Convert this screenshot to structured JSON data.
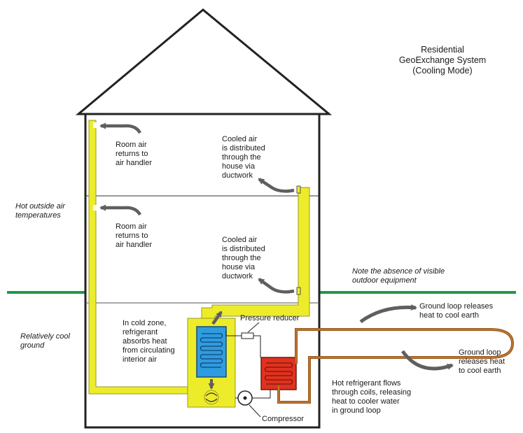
{
  "title": "Residential\nGeoExchange System\n(Cooling Mode)",
  "labels": {
    "return_upper": "Room air\nreturns to\nair handler",
    "return_lower": "Room air\nreturns to\nair handler",
    "cooled_upper": "Cooled air\nis distributed\nthrough the\nhouse via\nductwork",
    "cooled_lower": "Cooled air\nis distributed\nthrough the\nhouse via\nductwork",
    "hot_outside": "Hot outside air\ntemperatures",
    "cool_ground": "Relatively cool\nground",
    "note_absence": "Note the absence of visible\noutdoor equipment",
    "cold_zone": "In cold zone,\nrefrigerant\nabsorbs heat\nfrom circulating\ninterior air",
    "pressure_reducer": "Pressure reducer",
    "loop_releases_1": "Ground loop releases\nheat to cool earth",
    "loop_releases_2": "Ground loop\nreleases heat\nto cool earth",
    "hot_refrigerant": "Hot refrigerant flows\nthrough coils, releasing\nheat to cooler water\nin ground loop",
    "compressor": "Compressor"
  },
  "colors": {
    "duct_yellow": "#ecec2a",
    "duct_outline": "#9a9a22",
    "ground_green": "#1f9a46",
    "loop_brown": "#9a5a1e",
    "cold_coil_blue": "#2f9be0",
    "hot_coil_red": "#e0321f",
    "arrow_gray": "#5f5f5f"
  }
}
